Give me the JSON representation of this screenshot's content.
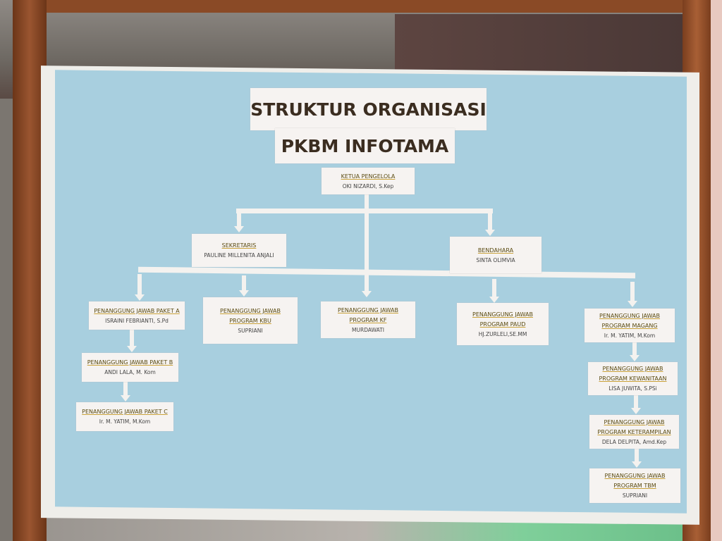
{
  "title": {
    "line1": "STRUKTUR  ORGANISASI",
    "line2": "PKBM INFOTAMA"
  },
  "nodes": {
    "ketua": {
      "role": "KETUA PENGELOLA",
      "name": "OKI NIZARDI, S.Kep"
    },
    "sekretaris": {
      "role": "SEKRETARIS",
      "name": "PAULINE MILLENITA ANJALI"
    },
    "bendahara": {
      "role": "BENDAHARA",
      "name": "SINTA OLIMVIA"
    },
    "paket_a": {
      "role": "PENANGGUNG JAWAB PAKET A",
      "name": "ISRAINI FEBRIANTI, S.Pd"
    },
    "paket_b": {
      "role": "PENANGGUNG JAWAB PAKET B",
      "name": "ANDI LALA, M. Kom"
    },
    "paket_c": {
      "role": "PENANGGUNG JAWAB PAKET C",
      "name": "Ir. M. YATIM, M.Kom"
    },
    "kbu": {
      "role1": "PENANGGUNG JAWAB",
      "role2": "PROGRAM KBU",
      "name": "SUPRIANI"
    },
    "kf": {
      "role1": "PENANGGUNG JAWAB",
      "role2": "PROGRAM KF",
      "name": "MURDAWATI"
    },
    "paud": {
      "role1": "PENANGGUNG JAWAB",
      "role2": "PROGRAM PAUD",
      "name": "HJ.ZURLELI,SE.MM"
    },
    "magang": {
      "role1": "PENANGGUNG JAWAB",
      "role2": "PROGRAM MAGANG",
      "name": "Ir. M. YATIM, M.Kom"
    },
    "kewanitaan": {
      "role1": "PENANGGUNG JAWAB",
      "role2": "PROGRAM KEWANITAAN",
      "name": "LISA JUWITA, S.PSi"
    },
    "keterampilan": {
      "role1": "PENANGGUNG JAWAB",
      "role2": "PROGRAM KETERAMPILAN",
      "name": "DELA DELPITA, Amd.Kep"
    },
    "tbm": {
      "role1": "PENANGGUNG JAWAB",
      "role2": "PROGRAM TBM",
      "name": "SUPRIANI"
    }
  },
  "colors": {
    "board": "#a8cfdf",
    "frame": "#9a5530",
    "paper": "#f6f3f1"
  }
}
